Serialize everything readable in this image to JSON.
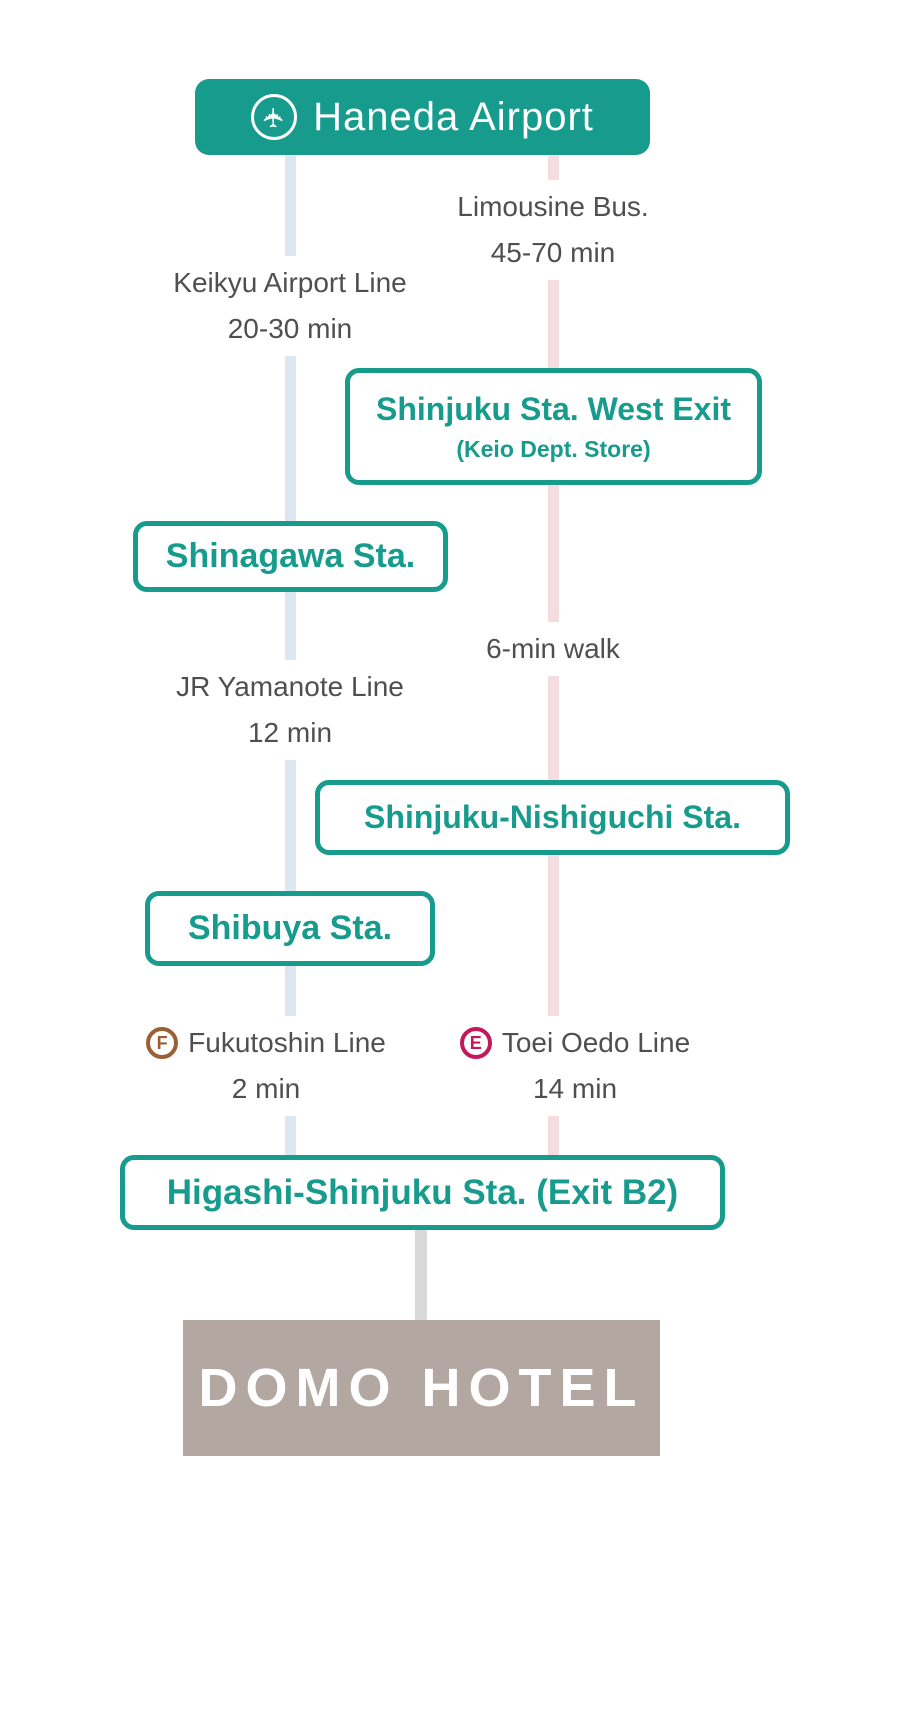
{
  "colors": {
    "teal": "#169b8d",
    "blue_line": "#dce7f2",
    "pink_line": "#f3dde1",
    "gray_line": "#d8d8d8",
    "hotel_bg": "#b2a7a1",
    "text_gray": "#4f4f4f",
    "fukutoshin_line": "#9b5f33",
    "oedo_line": "#c4175c"
  },
  "header": {
    "title": "Haneda Airport"
  },
  "left_route": {
    "keikyu": {
      "name": "Keikyu Airport Line",
      "duration": "20-30 min"
    },
    "shinagawa": {
      "name": "Shinagawa Sta."
    },
    "yamanote": {
      "name": "JR Yamanote Line",
      "duration": "12 min"
    },
    "shibuya": {
      "name": "Shibuya Sta."
    },
    "fukutoshin": {
      "badge": "F",
      "name": "Fukutoshin Line",
      "duration": "2 min"
    }
  },
  "right_route": {
    "limousine": {
      "name": "Limousine Bus.",
      "duration": "45-70 min"
    },
    "shinjuku_west": {
      "name": "Shinjuku Sta. West Exit",
      "note": "(Keio Dept. Store)"
    },
    "walk": {
      "name": "6-min walk"
    },
    "nishiguchi": {
      "name": "Shinjuku-Nishiguchi Sta."
    },
    "oedo": {
      "badge": "E",
      "name": "Toei Oedo Line",
      "duration": "14 min"
    }
  },
  "final": {
    "station": "Higashi-Shinjuku Sta. (Exit B2)"
  },
  "hotel": {
    "name": "DOMO HOTEL"
  }
}
